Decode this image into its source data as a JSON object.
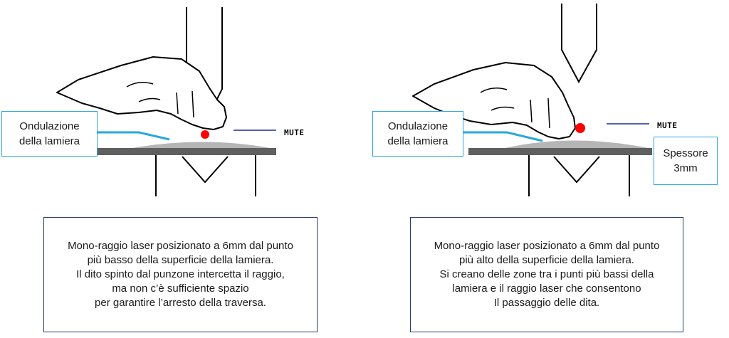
{
  "left": {
    "wave_label": "Ondulazione\ndella lamiera",
    "mute_label": "MUTE",
    "description": "Mono-raggio laser posizionato a 6mm dal punto\npiù basso della superficie della lamiera.\nIl dito spinto dal punzone intercetta il raggio,\nma non c’è sufficiente spazio\nper garantire l’arresto della traversa."
  },
  "right": {
    "wave_label": "Ondulazione\ndella lamiera",
    "mute_label": "MUTE",
    "thickness_label": "Spessore\n3mm",
    "description": "Mono-raggio laser posizionato a 6mm dal punto\npiù alto della superficie della lamiera.\nSi creano delle zone tra i punti più bassi della\nlamiera e il raggio laser che consentono\nIl passaggio delle dita."
  },
  "colors": {
    "laser_dot": "#ff0000",
    "beam_line": "#1f2c8f",
    "wave_line": "#2aa7de",
    "label_border": "#2aa7de",
    "desc_border": "#233a6d",
    "die_bar": "#5f5f5f",
    "sheet_wave": "#b5b5b5"
  }
}
